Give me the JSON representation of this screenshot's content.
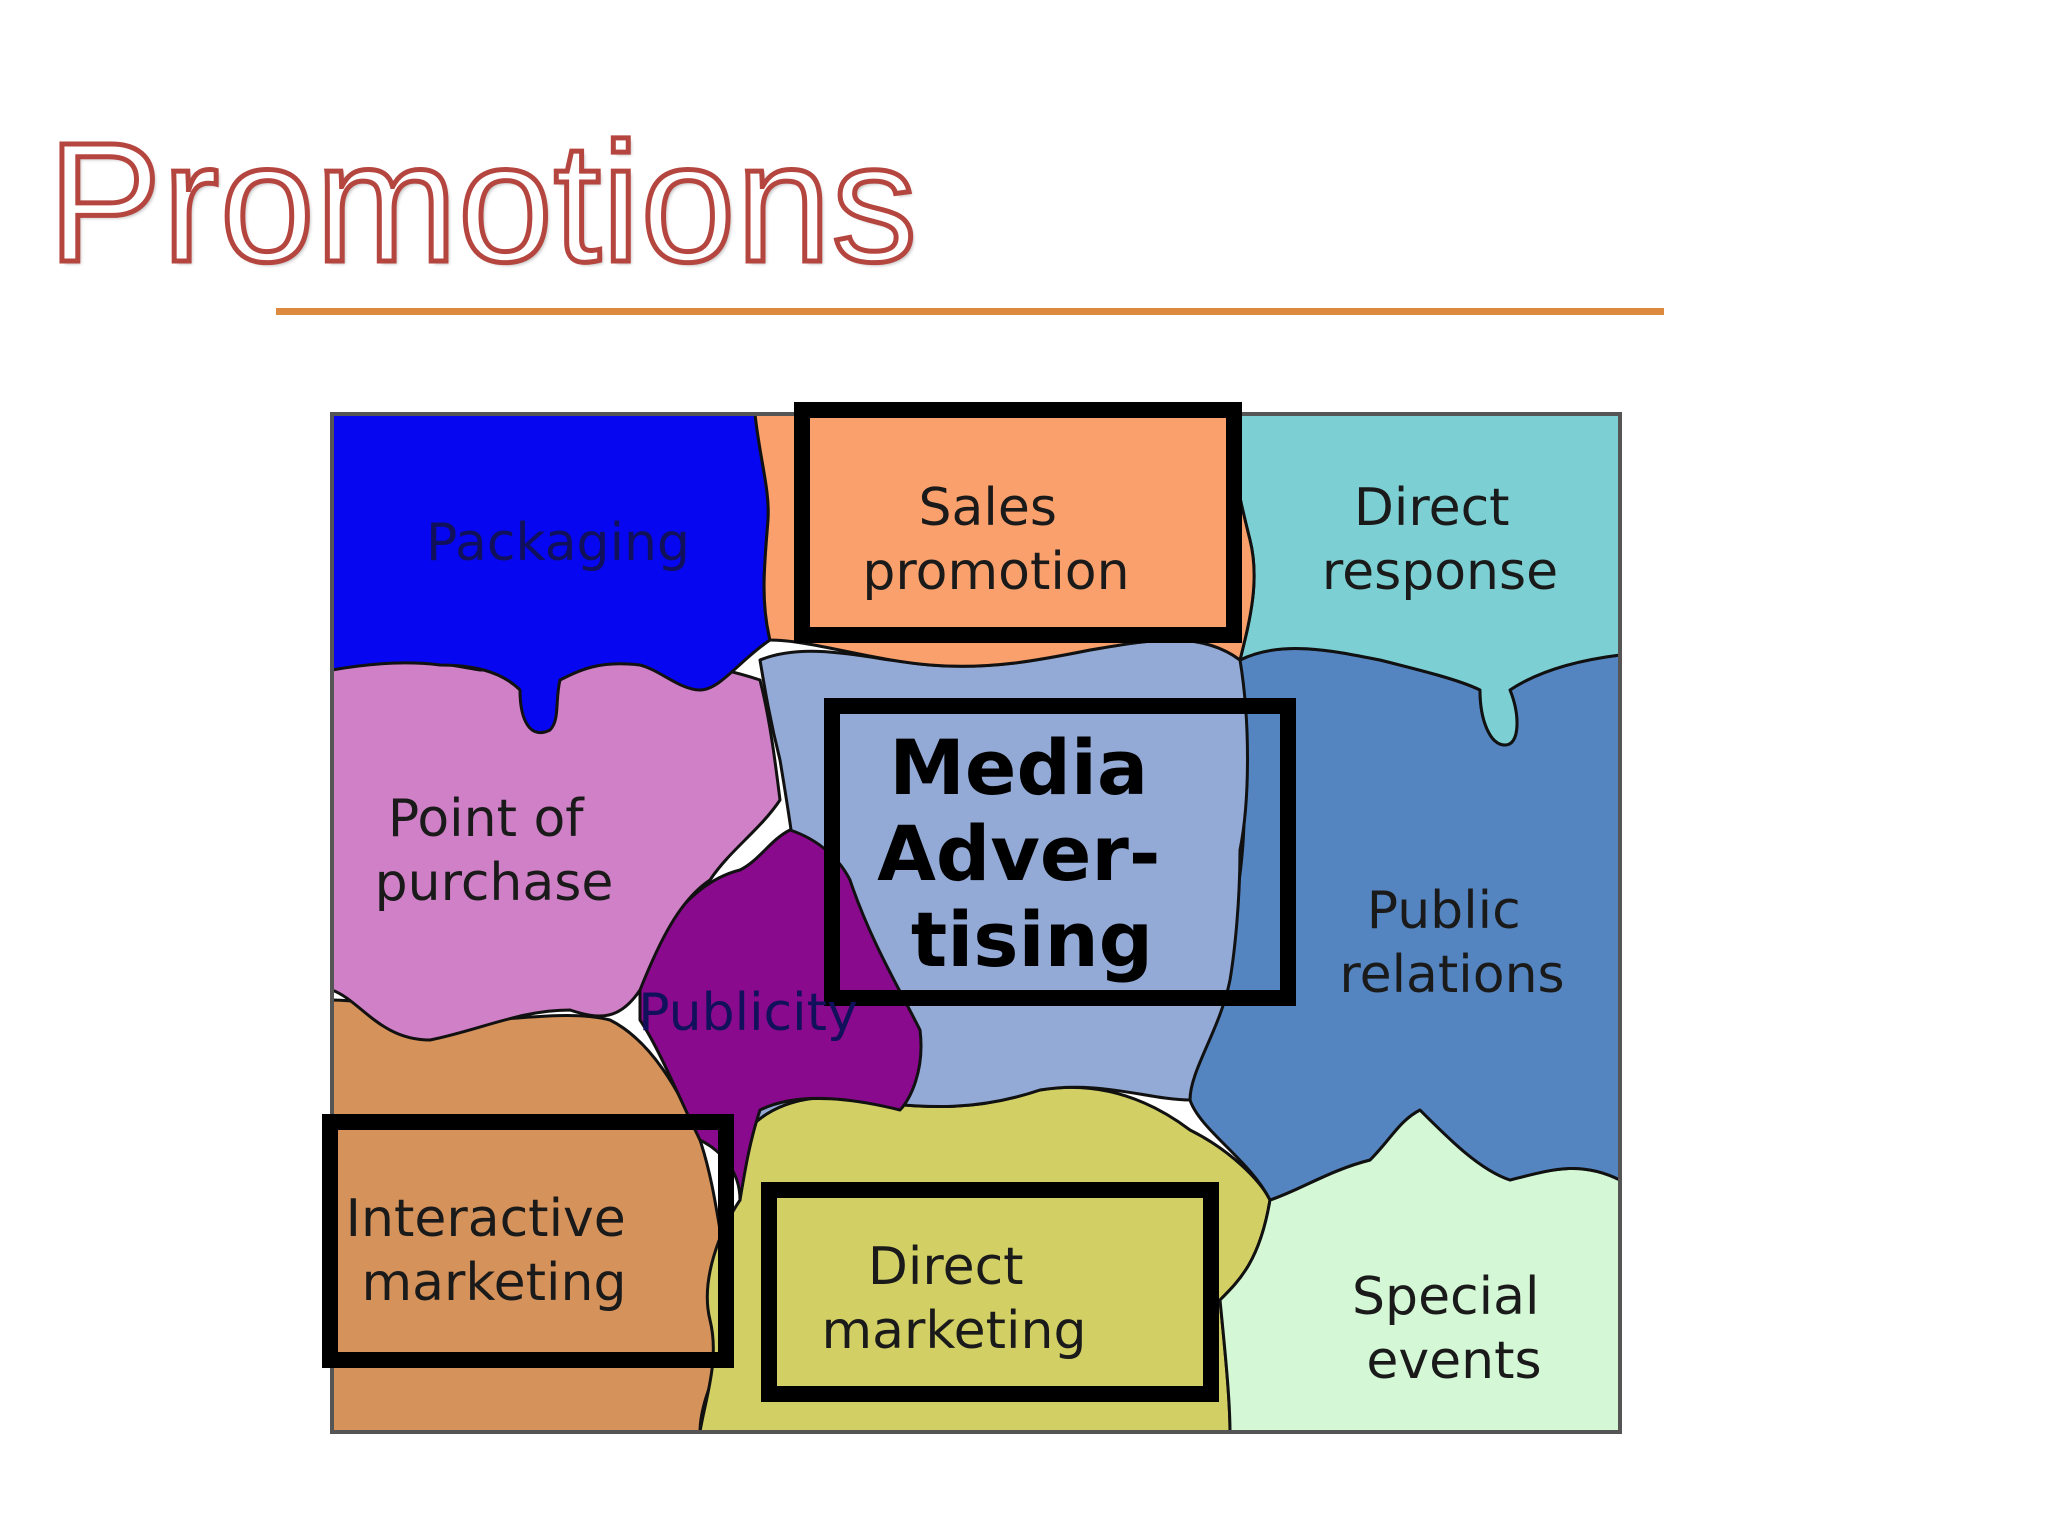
{
  "slide": {
    "title": "Promotions",
    "accent_color": "#dd8a3e",
    "title_outline_color": "#b5453f"
  },
  "diagram": {
    "regions": [
      {
        "id": "packaging",
        "lines": [
          "Packaging"
        ],
        "color": "#0606f0",
        "highlighted": false
      },
      {
        "id": "sales-promotion",
        "lines": [
          "Sales",
          "promotion"
        ],
        "color": "#f9a06c",
        "highlighted": true
      },
      {
        "id": "direct-response",
        "lines": [
          "Direct",
          "response"
        ],
        "color": "#7ccfd3",
        "highlighted": false
      },
      {
        "id": "point-of-purchase",
        "lines": [
          "Point of",
          "purchase"
        ],
        "color": "#d080c6",
        "highlighted": false
      },
      {
        "id": "media-advertising",
        "lines": [
          "Media",
          "Adver-",
          "tising"
        ],
        "color": "#93a9d6",
        "highlighted": true
      },
      {
        "id": "public-relations",
        "lines": [
          "Public",
          "relations"
        ],
        "color": "#5585c1",
        "highlighted": false
      },
      {
        "id": "publicity",
        "lines": [
          "Publicity"
        ],
        "color": "#8a0a8e",
        "highlighted": false
      },
      {
        "id": "interactive-marketing",
        "lines": [
          "Interactive",
          "marketing"
        ],
        "color": "#d5925a",
        "highlighted": true
      },
      {
        "id": "direct-marketing",
        "lines": [
          "Direct",
          "marketing"
        ],
        "color": "#d2d065",
        "highlighted": true
      },
      {
        "id": "special-events",
        "lines": [
          "Special",
          "events"
        ],
        "color": "#d4f7d6",
        "highlighted": false
      }
    ]
  }
}
